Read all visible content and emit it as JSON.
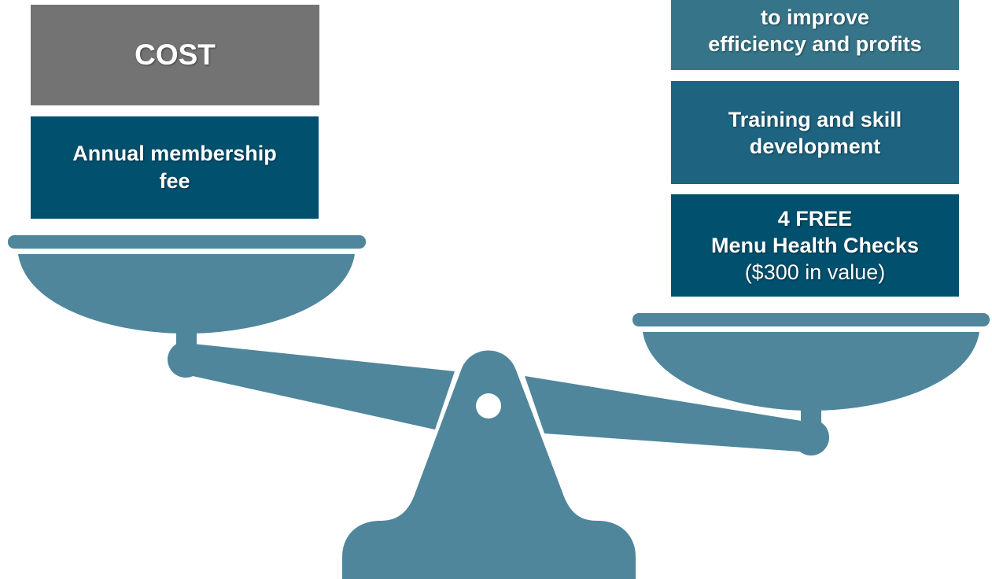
{
  "colors": {
    "scale": "#4f869c",
    "cost_box": "#737373",
    "dark_teal": "#00506e",
    "mid_teal": "#1e6480",
    "light_teal": "#367589",
    "text": "#ffffff"
  },
  "left_pan": {
    "header": "COST",
    "items": [
      {
        "line1": "Annual membership",
        "line2": "fee"
      }
    ]
  },
  "right_pan": {
    "items": [
      {
        "line1": "to improve",
        "line2": "efficiency and profits"
      },
      {
        "line1": "Training and skill",
        "line2": "development"
      },
      {
        "line1": "4 FREE",
        "line2": "Menu Health Checks",
        "line3": "($300 in value)"
      }
    ]
  },
  "icons": {
    "scale": "balance-scale-icon"
  }
}
